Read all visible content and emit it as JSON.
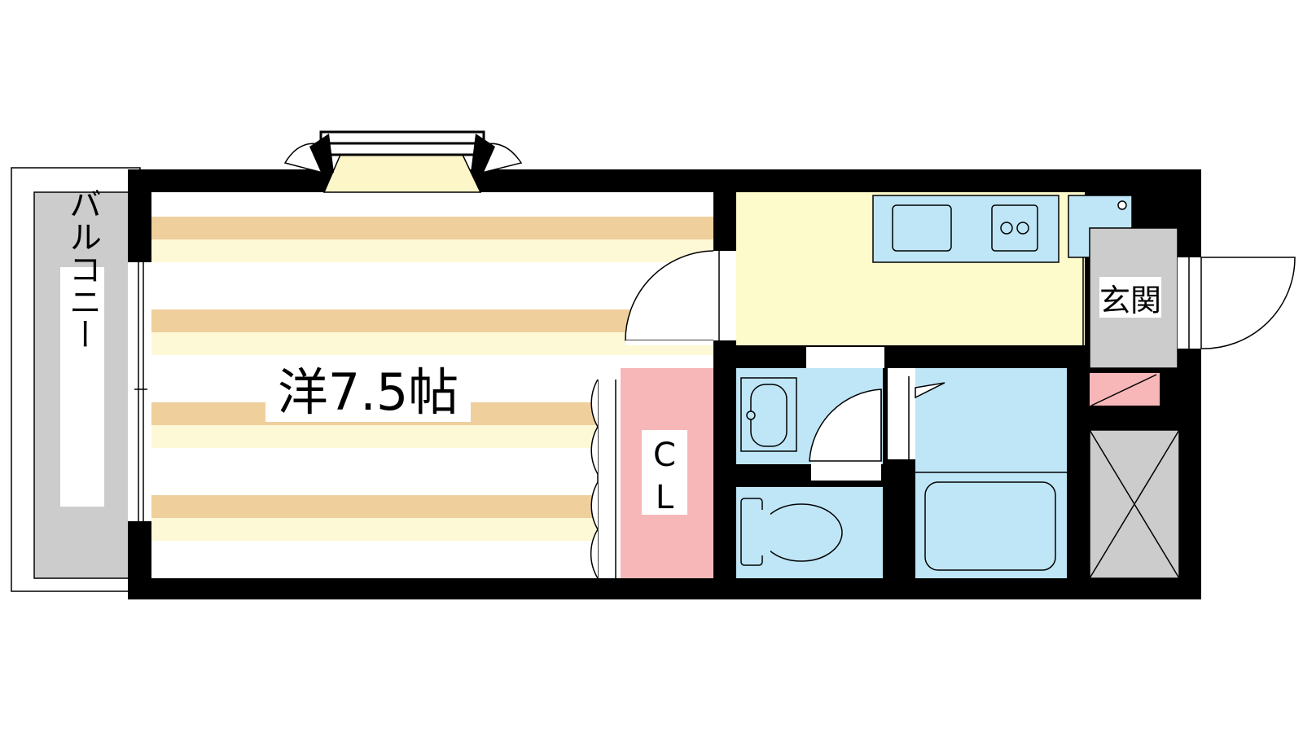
{
  "floor_plan": {
    "rooms": {
      "western_room": {
        "label": "洋7.5帖"
      },
      "balcony": {
        "label": "バルコニー"
      },
      "closet": {
        "label_line1": "C",
        "label_line2": "L"
      },
      "entrance": {
        "label": "玄関"
      }
    },
    "colors": {
      "wall": "#000000",
      "stripe_tan": "#efcf9c",
      "stripe_cream": "#fdf8d6",
      "kitchen_floor": "#fdfacc",
      "wet_area": "#bfe6f6",
      "closet_floor": "#f7b7b9",
      "balcony_floor": "#cccccc",
      "entrance_floor": "#cccccc"
    }
  }
}
